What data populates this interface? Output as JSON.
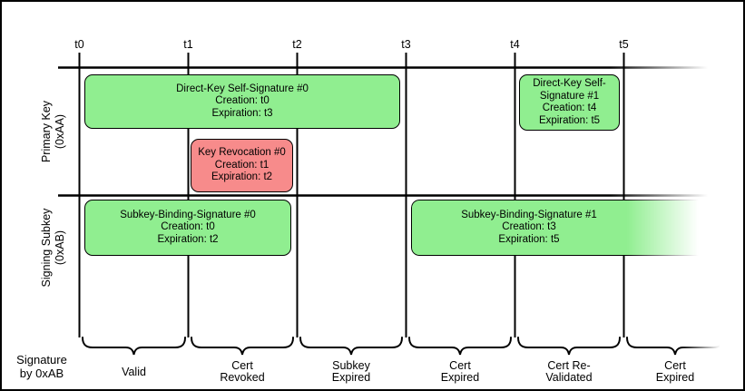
{
  "diagram": {
    "type": "timeline",
    "subject": "OpenPGP certificate signature validity timeline"
  },
  "timeline": {
    "tick_labels": [
      "t0",
      "t1",
      "t2",
      "t3",
      "t4",
      "t5"
    ]
  },
  "tracks": {
    "primary": {
      "label": "Primary Key\n(0xAA)"
    },
    "subkey": {
      "label": "Signing Subkey\n(0xAB)"
    }
  },
  "signatures": [
    {
      "name": "direct-key-self-signature-0",
      "title": "Direct-Key Self-Signature #0",
      "creation": "Creation: t0",
      "expiration": "Expiration: t3",
      "status": "valid",
      "track": "primary"
    },
    {
      "name": "key-revocation-0",
      "title": "Key Revocation #0",
      "creation": "Creation: t1",
      "expiration": "Expiration: t2",
      "status": "revocation",
      "track": "primary"
    },
    {
      "name": "direct-key-self-signature-1",
      "title": "Direct-Key Self-Signature #1",
      "creation": "Creation: t4",
      "expiration": "Expiration: t5",
      "status": "valid",
      "track": "primary"
    },
    {
      "name": "subkey-binding-signature-0",
      "title": "Subkey-Binding-Signature #0",
      "creation": "Creation: t0",
      "expiration": "Expiration: t2",
      "status": "valid",
      "track": "subkey"
    },
    {
      "name": "subkey-binding-signature-1",
      "title": "Subkey-Binding-Signature #1",
      "creation": "Creation: t3",
      "expiration": "Expiration: t5",
      "status": "valid",
      "track": "subkey",
      "fades_right": true
    }
  ],
  "footer": {
    "axis_label": "Signature\nby 0xAB",
    "periods": [
      "Valid",
      "Cert\nRevoked",
      "Subkey\nExpired",
      "Cert\nExpired",
      "Cert Re-\nValidated",
      "Cert\nExpired"
    ]
  },
  "colors": {
    "valid_fill": "#90ee90",
    "revocation_fill": "#f78b8b",
    "line": "#000000",
    "background": "#ffffff"
  }
}
